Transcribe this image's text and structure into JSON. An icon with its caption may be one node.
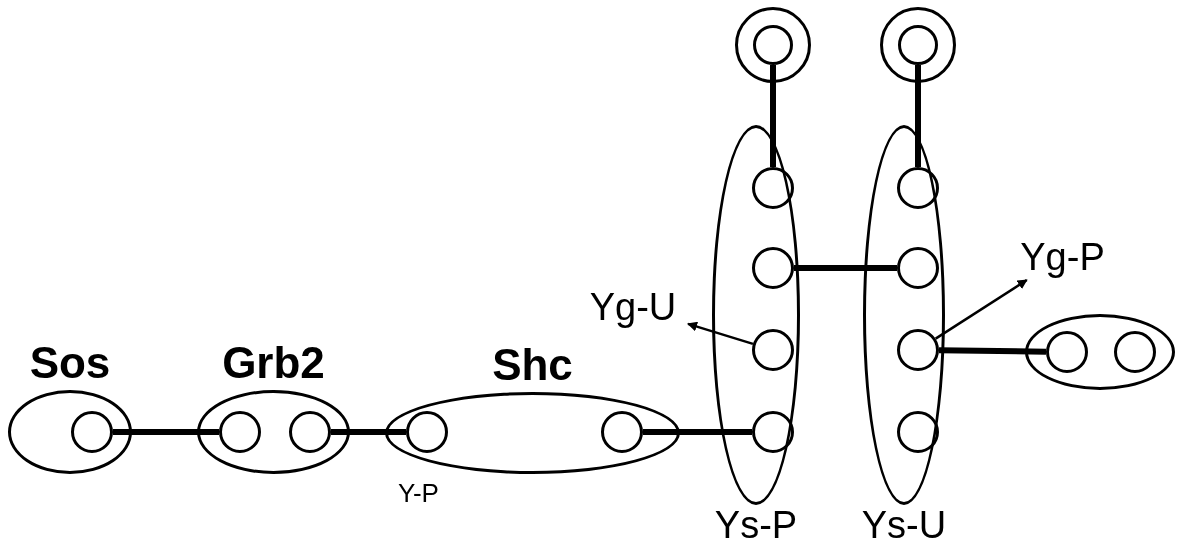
{
  "diagram": {
    "nodes": [
      {
        "text": [
          "Sos"
        ]
      },
      {
        "text": [],
        "shape": "circle",
        "in": 0
      },
      {
        "text": [
          "Grb2"
        ]
      },
      {
        "text": [],
        "shape": "circle",
        "in": 2
      },
      {
        "text": [],
        "shape": "circle",
        "in": 2
      },
      {
        "text": [
          "Shc"
        ]
      },
      {
        "text": [],
        "shape": "circle",
        "in": 5
      },
      {
        "text": [],
        "shape": "circle",
        "in": 5
      },
      {
        "text": [
          "Ys-P"
        ]
      },
      {
        "text": [],
        "shape": "circle",
        "in": 8
      },
      {
        "text": [],
        "shape": "circle",
        "in": 8
      },
      {
        "text": [],
        "shape": "circle",
        "in": 8
      },
      {
        "text": [],
        "shape": "circle",
        "in": 8
      },
      {
        "text": [
          "Ys-U"
        ]
      },
      {
        "text": [],
        "shape": "circle",
        "in": 13
      },
      {
        "text": [],
        "shape": "circle",
        "in": 13
      },
      {
        "text": [],
        "shape": "circle",
        "in": 13
      },
      {
        "text": [],
        "shape": "circle",
        "in": 13
      },
      {
        "text": [],
        "shape": "circle"
      },
      {
        "text": [],
        "shape": "circle",
        "in": 18
      },
      {
        "text": [],
        "shape": "circle"
      },
      {
        "text": [],
        "shape": "circle",
        "in": 20
      },
      {
        "text": [],
        "shape": "box"
      },
      {
        "text": [],
        "shape": "circle",
        "in": 22
      },
      {
        "text": [],
        "shape": "circle",
        "in": 22
      },
      {
        "text": [
          "Yg-U"
        ]
      },
      {
        "text": [
          "Yg-P"
        ]
      }
    ],
    "edges": [
      {
        "from": 1,
        "to": 3,
        "arrow": "none"
      },
      {
        "from": 4,
        "to": 6,
        "arrow": "none"
      },
      {
        "from": 7,
        "to": 12,
        "arrow": "none"
      },
      {
        "from": 10,
        "to": 15,
        "arrow": "none"
      },
      {
        "from": 16,
        "to": 23,
        "arrow": "none"
      },
      {
        "from": 19,
        "to": 9,
        "arrow": "none"
      },
      {
        "from": 21,
        "to": 14,
        "arrow": "none"
      },
      {
        "from": 11,
        "to": 25,
        "arrow": "to"
      },
      {
        "from": 16,
        "to": 26,
        "arrow": "to"
      }
    ],
    "labels": [
      "Y-P"
    ]
  }
}
